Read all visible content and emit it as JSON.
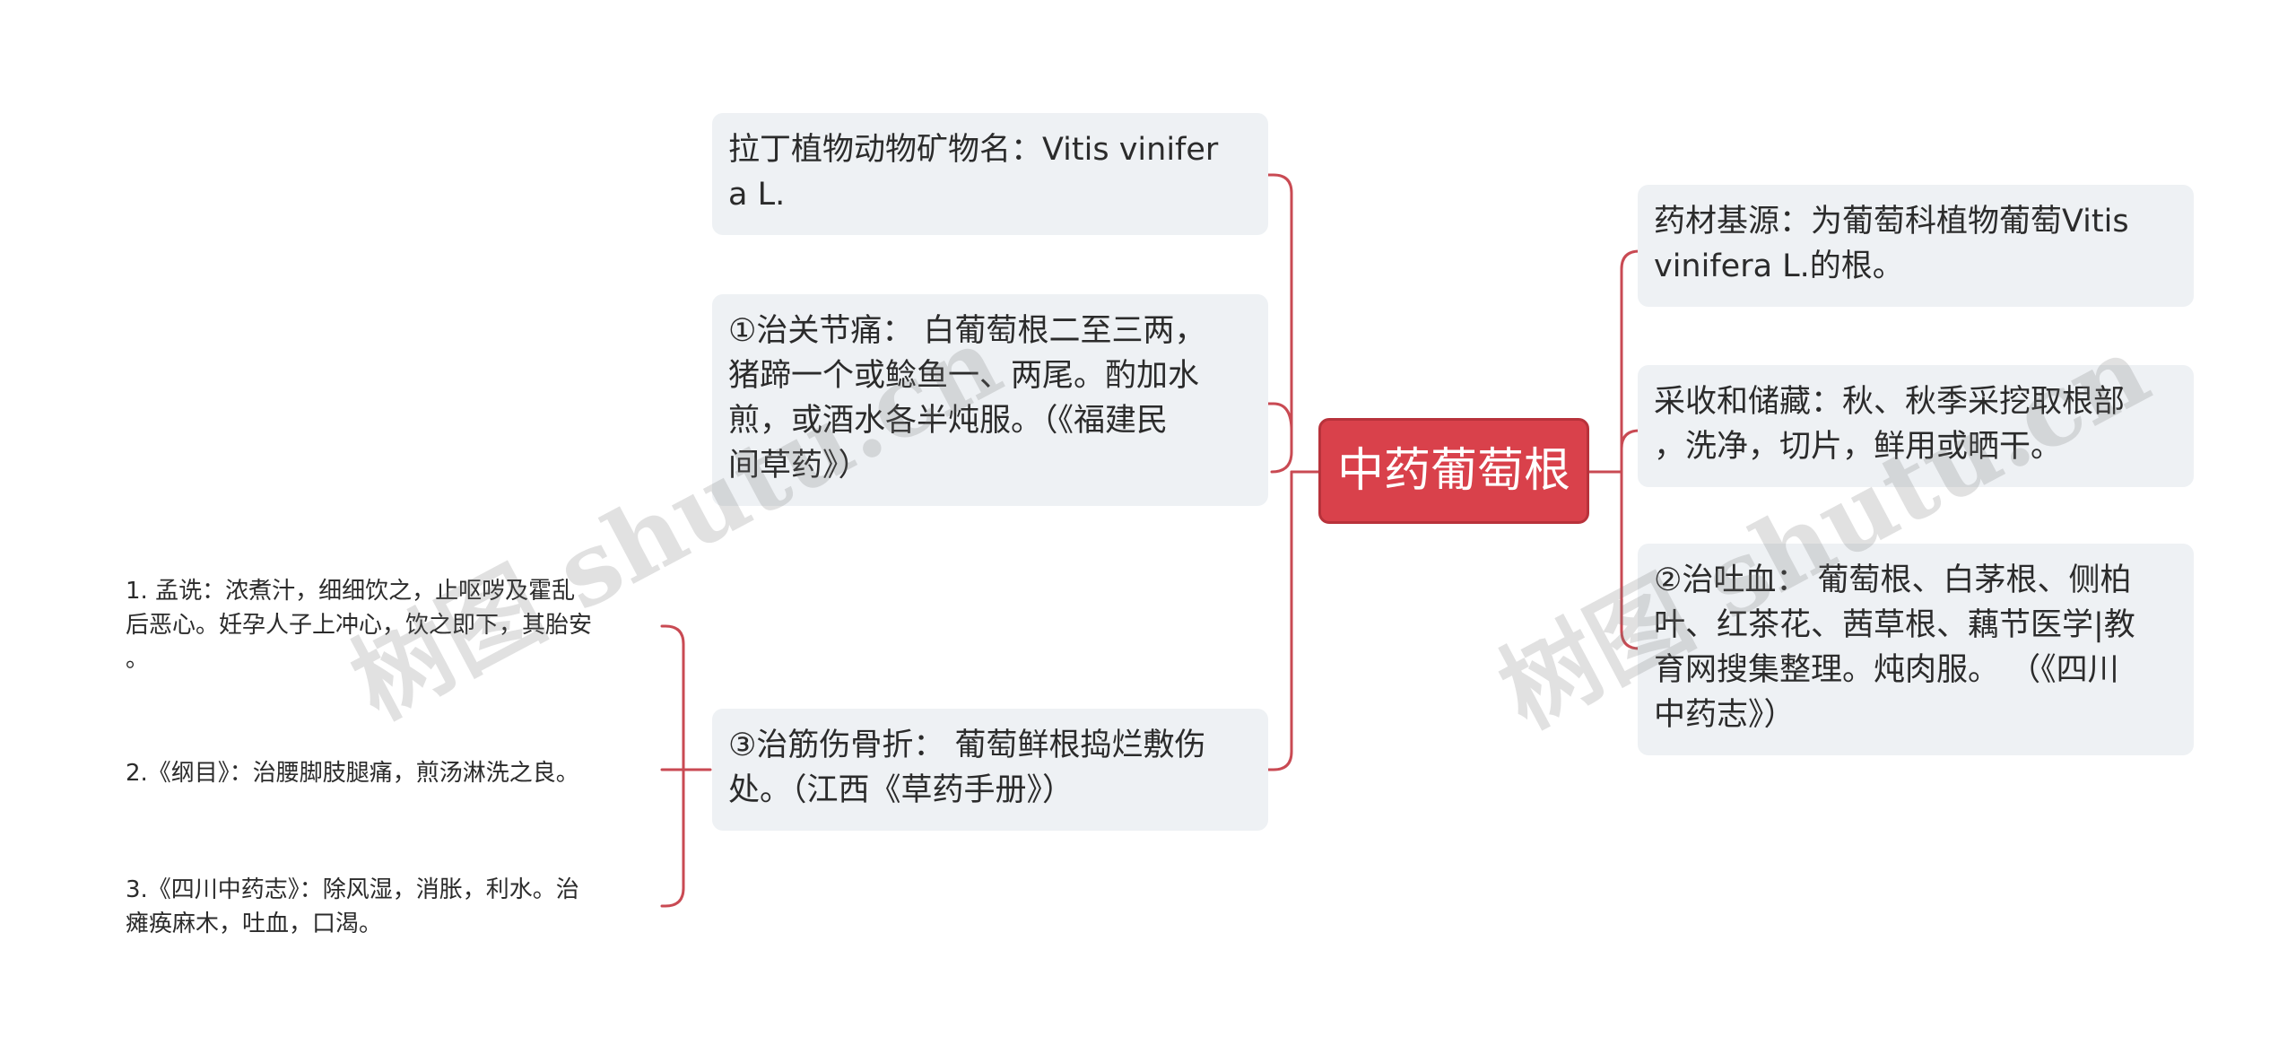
{
  "root": {
    "label": "中药葡萄根"
  },
  "left_branches": [
    {
      "label": "拉丁植物动物矿物名：Vitis vinifer\na L."
    },
    {
      "label": "①治关节痛：  白葡萄根二至三两，\n猪蹄一个或鲶鱼一、两尾。酌加水\n煎，或酒水各半炖服。（《福建民\n间草药》）"
    },
    {
      "label": "③治筋伤骨折：  葡萄鲜根捣烂敷伤\n处。（江西《草药手册》）",
      "children": [
        {
          "label": "1. 孟诜：浓煮汁，细细饮之，止呕哕及霍乱\n后恶心。妊孕人子上冲心，饮之即下，其胎安\n。"
        },
        {
          "label": " 2.《纲目》：治腰脚肢腿痛，煎汤淋洗之良。"
        },
        {
          "label": "3.《四川中药志》：除风湿，消胀，利水。治\n瘫痪麻木，吐血，口渴。"
        }
      ]
    }
  ],
  "right_branches": [
    {
      "label": "药材基源：为葡萄科植物葡萄Vitis\nvinifera L.的根。"
    },
    {
      "label": "采收和储藏：秋、秋季采挖取根部\n，洗净，切片，鲜用或晒干。"
    },
    {
      "label": "②治吐血：  葡萄根、白茅根、侧柏\n叶、红茶花、茜草根、藕节医学|教\n育网搜集整理。炖肉服。  （《四川\n中药志》）"
    }
  ],
  "watermark": [
    "树图 shutu.cn",
    "树图 shutu.cn"
  ],
  "colors": {
    "accent": "#d9414b",
    "line": "#c94a53",
    "node_bg": "#eef1f4",
    "text": "#2b2b2b"
  }
}
